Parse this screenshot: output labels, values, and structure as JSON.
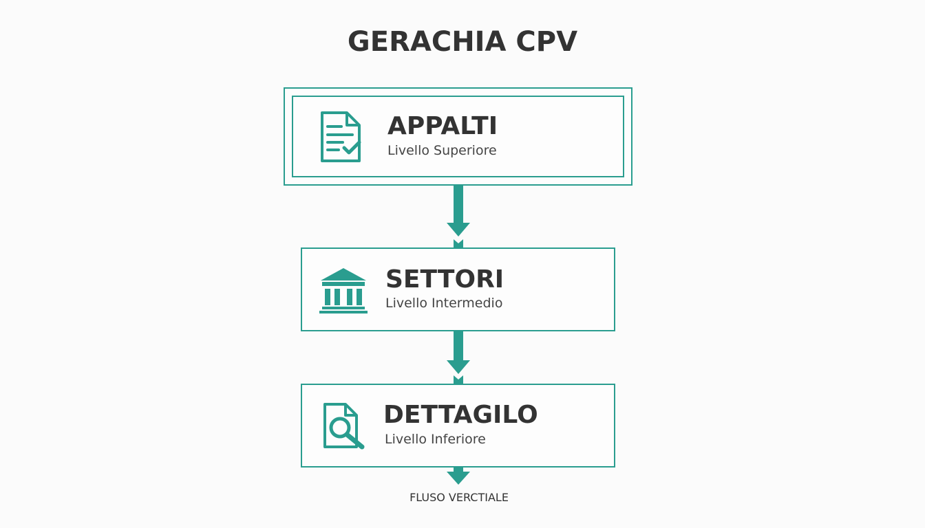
{
  "diagram": {
    "title": "GERACHIA CPV",
    "levels": [
      {
        "title": "APPALTI",
        "subtitle": "Livello Superiore",
        "icon": "document-check-icon"
      },
      {
        "title": "SETTORI",
        "subtitle": "Livello Intermedio",
        "icon": "institution-building-icon"
      },
      {
        "title": "DETTAGILO",
        "subtitle": "Livello Inferiore",
        "icon": "document-search-icon"
      }
    ],
    "footer": "FLUSO VERCTIALE",
    "colors": {
      "accent": "#2a9d8f",
      "text": "#333333",
      "background": "#fbfbfb"
    }
  }
}
